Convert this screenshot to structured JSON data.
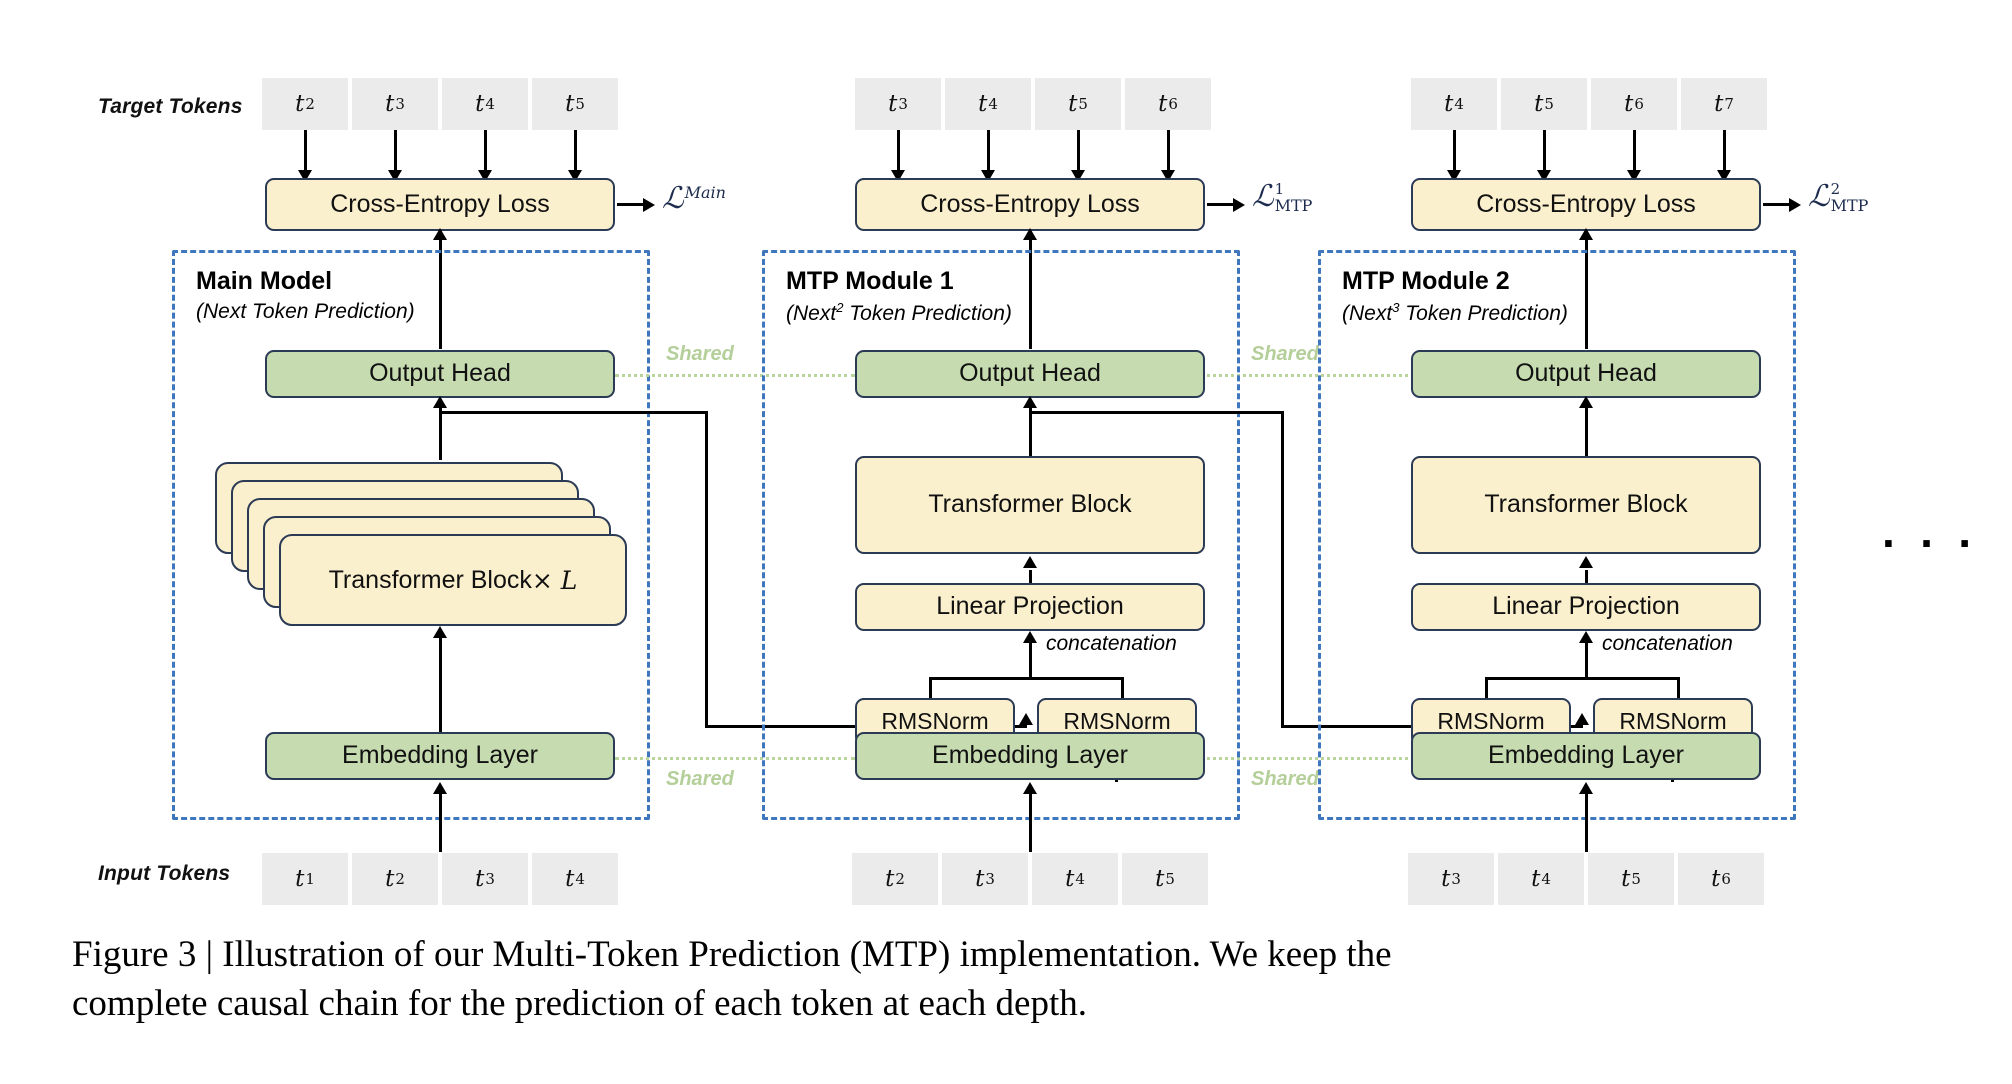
{
  "figure": {
    "caption_line1": "Figure 3 | Illustration of our Multi-Token Prediction (MTP) implementation.  We keep the",
    "caption_line2": "complete causal chain for the prediction of each token at each depth.",
    "ellipsis": "· · ·"
  },
  "axis_labels": {
    "target_tokens": "Target Tokens",
    "input_tokens": "Input Tokens"
  },
  "shared_links": [
    {
      "label": "Shared",
      "between": "main-output-head → mtp1-output-head"
    },
    {
      "label": "Shared",
      "between": "mtp1-output-head → mtp2-output-head"
    },
    {
      "label": "Shared",
      "between": "main-embedding → mtp1-embedding"
    },
    {
      "label": "Shared",
      "between": "mtp1-embedding → mtp2-embedding"
    }
  ],
  "common": {
    "cross_entropy_loss": "Cross-Entropy Loss",
    "output_head": "Output Head",
    "transformer_block": "Transformer Block",
    "linear_projection": "Linear Projection",
    "rmsnorm": "RMSNorm",
    "embedding_layer": "Embedding Layer",
    "concatenation": "concatenation"
  },
  "columns": [
    {
      "id": "main",
      "title": "Main Model",
      "subtitle_pre": "(Next Token Prediction)",
      "subtitle_sup": "",
      "subtitle_post": "",
      "target_tokens": [
        "t2",
        "t3",
        "t4",
        "t5"
      ],
      "target_tokens_base": [
        "t",
        "t",
        "t",
        "t"
      ],
      "target_tokens_sub": [
        "2",
        "3",
        "4",
        "5"
      ],
      "input_tokens_base": [
        "t",
        "t",
        "t",
        "t"
      ],
      "input_tokens_sub": [
        "1",
        "2",
        "3",
        "4"
      ],
      "loss": {
        "script": "ℒ",
        "sup": "",
        "sub": "Main",
        "sub_italic": true
      },
      "transformer_label_text": "Transformer Block ",
      "transformer_label_math": "× L",
      "has_stack": true
    },
    {
      "id": "mtp1",
      "title": "MTP Module 1",
      "subtitle_pre": "(Next",
      "subtitle_sup": "2",
      "subtitle_post": " Token Prediction)",
      "target_tokens_base": [
        "t",
        "t",
        "t",
        "t"
      ],
      "target_tokens_sub": [
        "3",
        "4",
        "5",
        "6"
      ],
      "input_tokens_base": [
        "t",
        "t",
        "t",
        "t"
      ],
      "input_tokens_sub": [
        "2",
        "3",
        "4",
        "5"
      ],
      "loss": {
        "script": "ℒ",
        "sup": "1",
        "sub": "MTP",
        "sub_italic": false
      },
      "has_stack": false
    },
    {
      "id": "mtp2",
      "title": "MTP Module 2",
      "subtitle_pre": "(Next",
      "subtitle_sup": "3",
      "subtitle_post": " Token Prediction)",
      "target_tokens_base": [
        "t",
        "t",
        "t",
        "t"
      ],
      "target_tokens_sub": [
        "4",
        "5",
        "6",
        "7"
      ],
      "input_tokens_base": [
        "t",
        "t",
        "t",
        "t"
      ],
      "input_tokens_sub": [
        "3",
        "4",
        "5",
        "6"
      ],
      "loss": {
        "script": "ℒ",
        "sup": "2",
        "sub": "MTP",
        "sub_italic": false
      },
      "has_stack": false
    }
  ],
  "colors": {
    "yellow_fill": "#fbf0cd",
    "green_fill": "#c6dcb0",
    "box_stroke": "#2b3a55",
    "dashed_frame": "#3f77bf",
    "token_fill": "#ebebeb",
    "shared_dotted": "#b9d59b",
    "loss_text": "#1d2c4e"
  }
}
